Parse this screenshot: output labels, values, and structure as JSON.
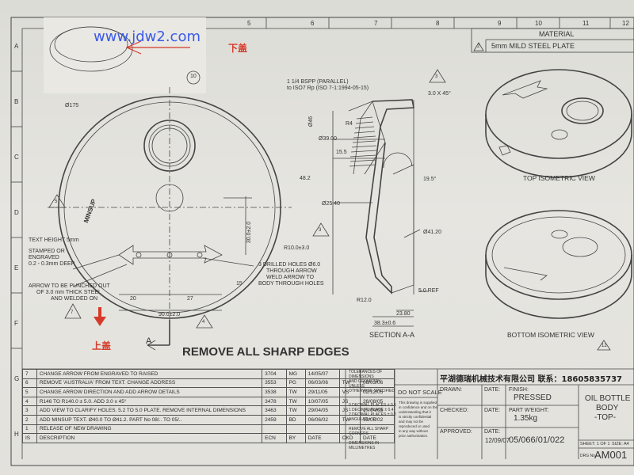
{
  "watermark": {
    "url": "www.jdw2.com",
    "lower_cover": "下盖",
    "upper_cover": "上盖"
  },
  "zone_numbers": [
    "5",
    "6",
    "7",
    "8",
    "9",
    "10",
    "11",
    "12"
  ],
  "zone_letters": [
    "A",
    "B",
    "C",
    "D",
    "E",
    "F",
    "G",
    "H"
  ],
  "material": {
    "label": "MATERIAL",
    "value": "5mm MILD STEEL PLATE",
    "tag": "2"
  },
  "balloon_10": "10",
  "plan_view": {
    "dia": "Ø175",
    "minsup": "MINSUP",
    "text_height": "TEXT HEIGHT 5mm",
    "stamped_1": "STAMPED OR",
    "stamped_2": "ENGRAVED",
    "stamped_3": "0.2 - 0.3mm DEEP",
    "arrow_1": "ARROW TO BE PUNCHED OUT",
    "arrow_2": "OF 3.0 mm THICK STEEL",
    "arrow_3": "AND WELDED ON",
    "holes_1": "3 DRILLED HOLES  Ø6.0",
    "holes_2": "THROUGH ARROW",
    "holes_3": "WELD ARROW TO",
    "holes_4": "BODY THROUGH HOLES",
    "dim_30": "30.0±2.0",
    "dim_20": "20",
    "dim_27": "27",
    "dim_90": "90.0±2.0",
    "dim_15": "15",
    "section_mark": "A",
    "tag5": "5",
    "tag4": "4",
    "tag7": "7",
    "tag3": "3"
  },
  "section_view": {
    "bspp_1": "1 1/4  BSPP (PARALLEL)",
    "bspp_2": "to ISO7 Rp (ISO 7-1:1994-05-15)",
    "chamfer": "3.0 X 45°",
    "d46": "Ø46",
    "r4": "R4",
    "d39": "Ø39.00",
    "d15_5": "15.5",
    "d48_2": "48.2",
    "d25_4": "Ø25.40",
    "a19_5": "19.5°",
    "d41_2": "Ø41.20",
    "r10": "R10.0±3.0",
    "r12": "R12.0",
    "d5": "5.0 REF",
    "d23_8": "23.80",
    "d38_3": "38.3±0.6",
    "title": "SECTION A-A",
    "tag3": "3"
  },
  "iso": {
    "top": "TOP ISOMETRIC VIEW",
    "bottom": "BOTTOM ISOMETRIC VIEW",
    "tag12": "12"
  },
  "remove_edges": "REMOVE ALL SHARP EDGES",
  "revisions": {
    "rows": [
      {
        "num": "7",
        "desc": "CHANGE ARROW FROM ENGRAVED TO RAISED",
        "ecn": "3704",
        "by": "MG",
        "date": "14/05/07",
        "chk": "",
        "date2": ""
      },
      {
        "num": "6",
        "desc": "REMOVE 'AUSTRALIA' FROM TEXT. CHANGE ADDRESS",
        "ecn": "3553",
        "by": "PG",
        "date": "06/03/06",
        "chk": "TW",
        "date2": "06/03/06"
      },
      {
        "num": "5",
        "desc": "CHANGE ARROW DIRECTION AND ADD ARROW DETAILS",
        "ecn": "3538",
        "by": "TW",
        "date": "29/11/05",
        "chk": "VS",
        "date2": "02/12/05"
      },
      {
        "num": "4",
        "desc": "R146 TO R140.0 ± 5.0. ADD 3.0 x 45°",
        "ecn": "3478",
        "by": "TW",
        "date": "10/07/05",
        "chk": "JS",
        "date2": "26/08/05"
      },
      {
        "num": "3",
        "desc": "ADD VIEW TO CLARIFY HOLES. 5.2 TO 5.0 PLATE. REMOVE INTERNAL DIMENSIONS",
        "ecn": "3463",
        "by": "TW",
        "date": "29/04/05",
        "chk": "JS",
        "date2": "17/04/05"
      },
      {
        "num": "2",
        "desc": "ADD MINSUP TEXT. Ø40.0 TO Ø41.2. PART No 08/.. TO 05/..",
        "ecn": "2459",
        "by": "BD",
        "date": "06/06/02",
        "chk": "TW",
        "date2": "13/06/02"
      },
      {
        "num": "1",
        "desc": "RELEASE OF NEW DRAWING",
        "ecn": "",
        "by": "",
        "date": "",
        "chk": "",
        "date2": ""
      },
      {
        "num": "IS",
        "desc": "DESCRIPTION",
        "ecn": "ECN",
        "by": "BY",
        "date": "DATE",
        "chk": "CKD",
        "date2": "DATE"
      }
    ]
  },
  "tolerance_block": {
    "l1": "TOLERANCES OF",
    "l2": "DIMENSIONS",
    "l3": "AND GEOMETRY",
    "l4": "UNLESS",
    "l5": "OTHERWISE SPECIFIED",
    "p0": "0 DECIMAL PLACES  ±  0.6",
    "p1": "1 DECIMAL PLACE  ±  0.4",
    "p2": "2 DECIMAL PLACES  ±  0.2",
    "p3": "ANGULAR  ±  1°",
    "sharp_1": "REMOVE ALL SHARP",
    "sharp_2": "CORNERS",
    "mm_1": "DIMENSIONS IN",
    "mm_2": "MILLIMETRES"
  },
  "dns": "DO NOT SCALE",
  "copyright": [
    "This drawing is supplied",
    "in confidence and on the",
    "understanding that it",
    "is strictly confidential",
    "and may not be",
    "reproduced or used",
    "in any way without",
    "prior authorisation."
  ],
  "company_line": "平湖德瑞机械技术有限公司 联系：18605835737",
  "title_block": {
    "drawn": "DRAWN:",
    "checked": "CHECKED:",
    "approved": "APPROVED:",
    "date": "DATE:",
    "finish_label": "FINISH:",
    "finish": "PRESSED",
    "weight_label": "PART W'EIGHT:",
    "weight": "1.35kg",
    "part_no": "05/066/01/022",
    "title_1": "OIL BOTTLE",
    "title_2": "BODY",
    "title_3": "-TOP-",
    "sheet": "SHEET: 1 OF 1",
    "size": "SIZE: A4",
    "dwg_label": "DRG No.",
    "dwg_no": "AM001",
    "date_drawn": "12/09/07"
  }
}
